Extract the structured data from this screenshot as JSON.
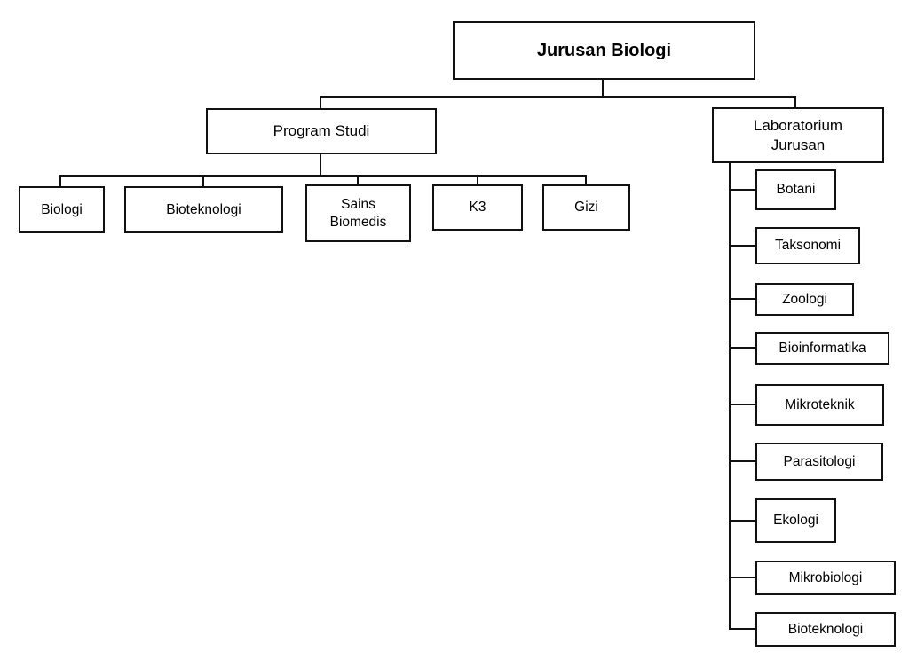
{
  "diagram": {
    "title": "Jurusan Biologi",
    "line_color": "#111111",
    "background_color": "#ffffff",
    "program_studi": {
      "label": "Program Studi",
      "children": [
        "Biologi",
        "Bioteknologi",
        "Sains Biomedis",
        "K3",
        "Gizi"
      ]
    },
    "laboratorium": {
      "label": "Laboratorium Jurusan",
      "children": [
        "Botani",
        "Taksonomi",
        "Zoologi",
        "Bioinformatika",
        "Mikroteknik",
        "Parasitologi",
        "Ekologi",
        "Mikrobiologi",
        "Bioteknologi"
      ]
    }
  }
}
